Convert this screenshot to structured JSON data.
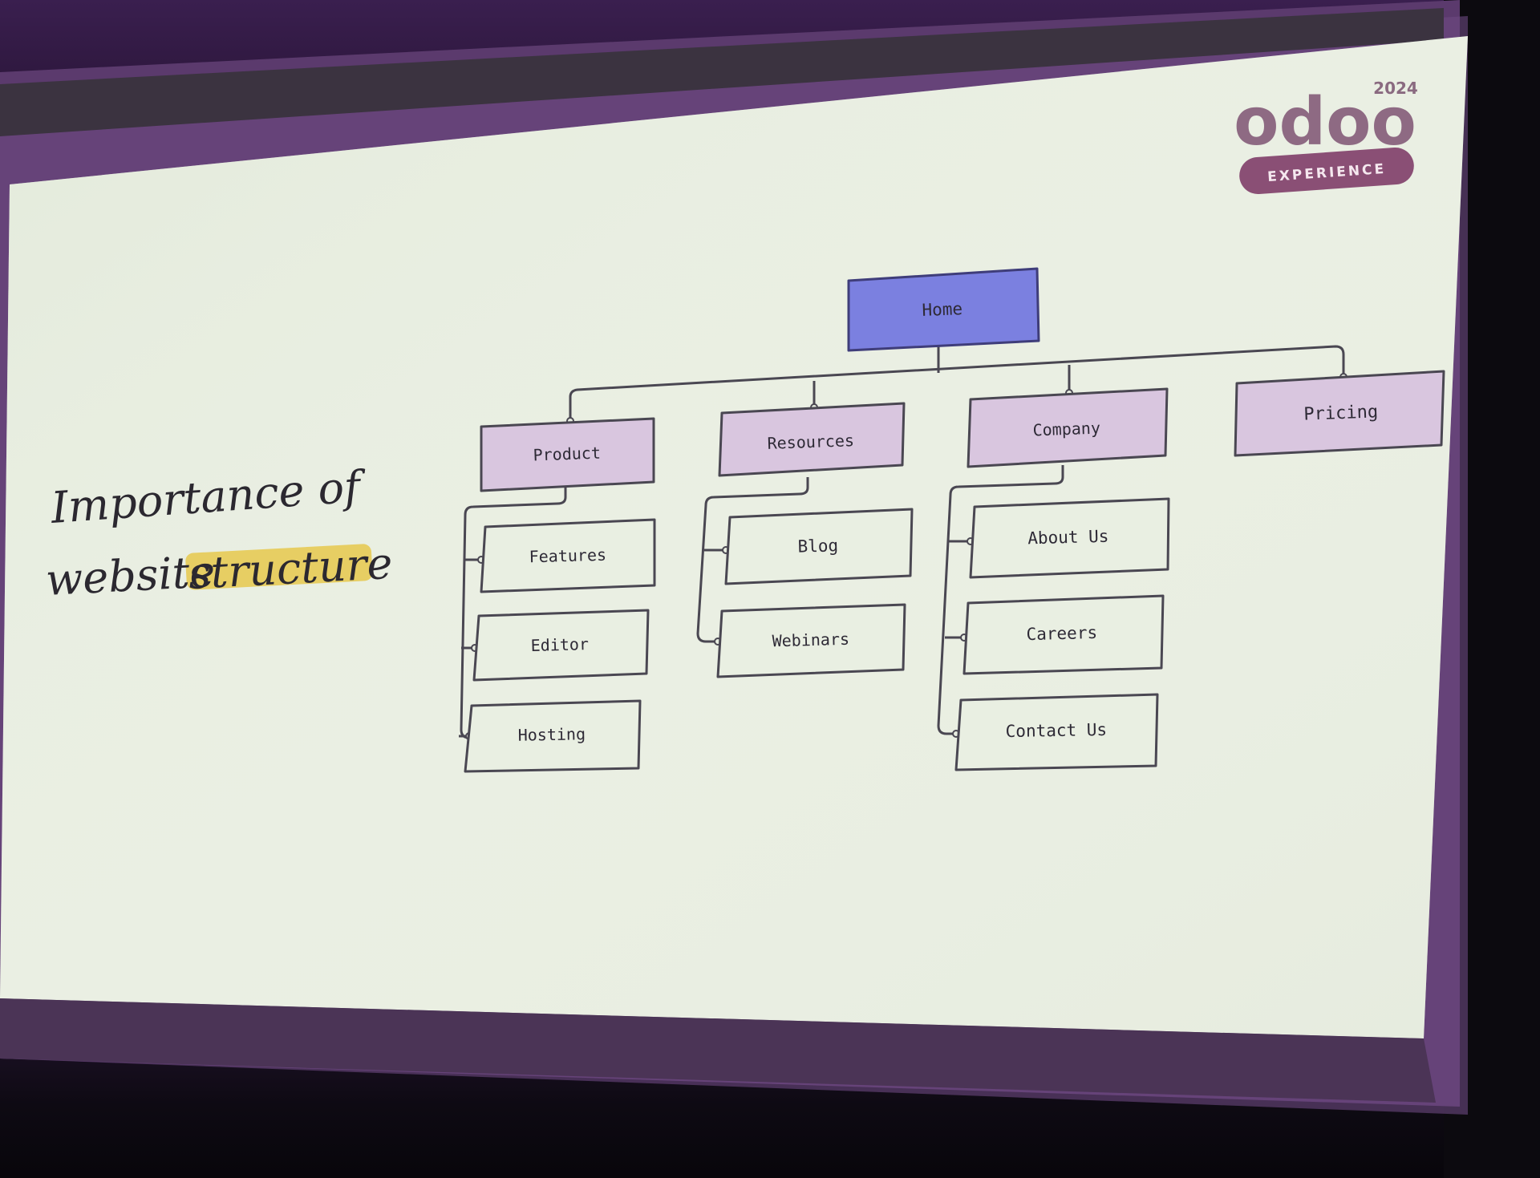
{
  "slide": {
    "title_line1": "Importance of",
    "title_line2_prefix": "website",
    "title_highlight": "structure"
  },
  "logo": {
    "year": "2024",
    "brand": "odoo",
    "badge": "EXPERIENCE"
  },
  "sitemap": {
    "root": "Home",
    "sections": [
      {
        "label": "Product",
        "children": [
          "Features",
          "Editor",
          "Hosting"
        ]
      },
      {
        "label": "Resources",
        "children": [
          "Blog",
          "Webinars"
        ]
      },
      {
        "label": "Company",
        "children": [
          "About Us",
          "Careers",
          "Contact Us"
        ]
      },
      {
        "label": "Pricing",
        "children": []
      }
    ]
  },
  "colors": {
    "slide_bg": "#e7eddf",
    "root_fill": "#7b80e0",
    "section_fill": "#d9c6df",
    "child_fill": "#e8eee0",
    "stroke": "#4a4752",
    "highlight": "#e7c94a",
    "logo": "#7c4b6e"
  }
}
